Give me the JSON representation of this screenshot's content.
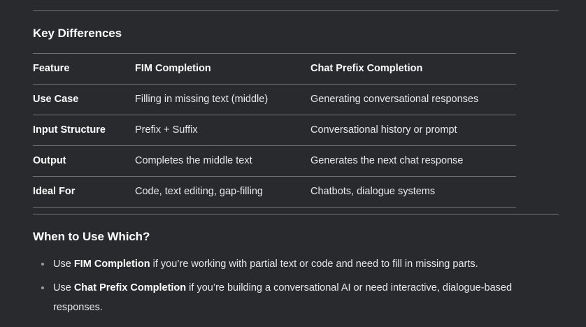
{
  "sections": {
    "key_differences": {
      "heading": "Key Differences",
      "table": {
        "headers": [
          "Feature",
          "FIM Completion",
          "Chat Prefix Completion"
        ],
        "rows": [
          {
            "feature": "Use Case",
            "fim": "Filling in missing text (middle)",
            "chat": "Generating conversational responses"
          },
          {
            "feature": "Input Structure",
            "fim": "Prefix + Suffix",
            "chat": "Conversational history or prompt"
          },
          {
            "feature": "Output",
            "fim": "Completes the middle text",
            "chat": "Generates the next chat response"
          },
          {
            "feature": "Ideal For",
            "fim": "Code, text editing, gap-filling",
            "chat": "Chatbots, dialogue systems"
          }
        ]
      }
    },
    "when_to_use": {
      "heading": "When to Use Which?",
      "bullets": [
        {
          "lead": "Use ",
          "term": "FIM Completion",
          "tail": " if you’re working with partial text or code and need to fill in missing parts."
        },
        {
          "lead": "Use ",
          "term": "Chat Prefix Completion",
          "tail": " if you’re building a conversational AI or need interactive, dialogue-based responses."
        }
      ]
    }
  },
  "theme": {
    "background": "#292a2d",
    "text": "#e9eaeb",
    "heading": "#ffffff",
    "rule": "#6e7176",
    "bullet": "#9a9da2"
  }
}
